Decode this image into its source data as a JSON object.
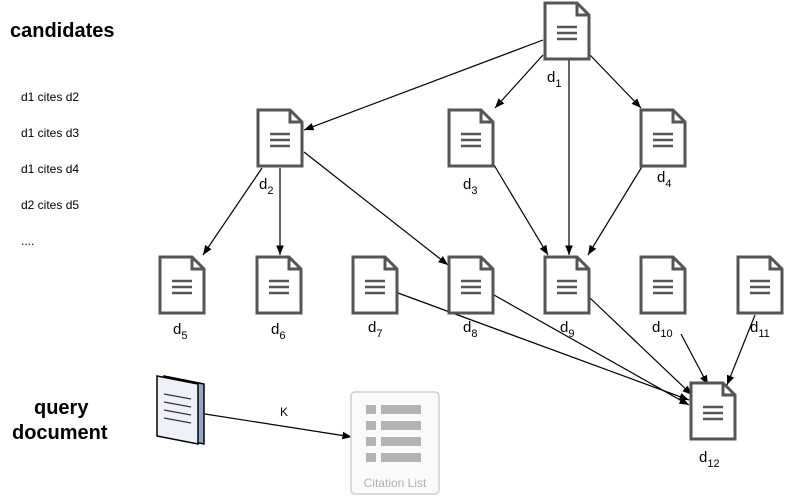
{
  "headings": {
    "candidates": "candidates",
    "query_line1": "query",
    "query_line2": "document"
  },
  "candidate_list": [
    "d1 cites d2",
    "d1 cites d3",
    "d1 cites d4",
    "d2 cites d5",
    "...."
  ],
  "nodes": [
    {
      "id": "d1",
      "base": "d",
      "sub": "1"
    },
    {
      "id": "d2",
      "base": "d",
      "sub": "2"
    },
    {
      "id": "d3",
      "base": "d",
      "sub": "3"
    },
    {
      "id": "d4",
      "base": "d",
      "sub": "4"
    },
    {
      "id": "d5",
      "base": "d",
      "sub": "5"
    },
    {
      "id": "d6",
      "base": "d",
      "sub": "6"
    },
    {
      "id": "d7",
      "base": "d",
      "sub": "7"
    },
    {
      "id": "d8",
      "base": "d",
      "sub": "8"
    },
    {
      "id": "d9",
      "base": "d",
      "sub": "9"
    },
    {
      "id": "d10",
      "base": "d",
      "sub": "10"
    },
    {
      "id": "d11",
      "base": "d",
      "sub": "11"
    },
    {
      "id": "d12",
      "base": "d",
      "sub": "12"
    }
  ],
  "edges": [
    [
      "d1",
      "d2"
    ],
    [
      "d1",
      "d3"
    ],
    [
      "d1",
      "d4"
    ],
    [
      "d1",
      "d9"
    ],
    [
      "d2",
      "d5"
    ],
    [
      "d2",
      "d6"
    ],
    [
      "d2",
      "d8"
    ],
    [
      "d3",
      "d9"
    ],
    [
      "d4",
      "d9"
    ],
    [
      "d7",
      "d12"
    ],
    [
      "d8",
      "d12"
    ],
    [
      "d9",
      "d12"
    ],
    [
      "d10",
      "d12"
    ],
    [
      "d11",
      "d12"
    ]
  ],
  "query_edge_label": "K",
  "citation_list_label": "Citation List"
}
